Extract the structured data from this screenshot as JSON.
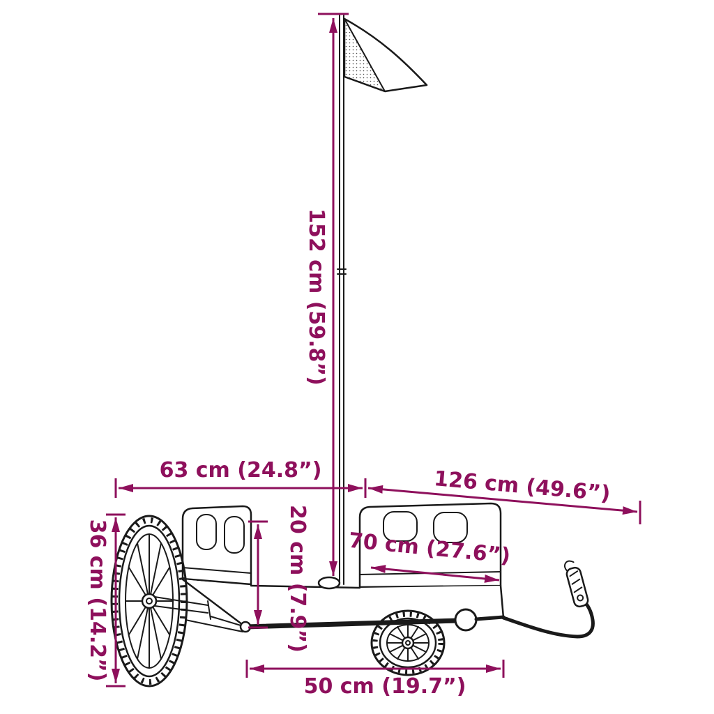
{
  "diagram": {
    "subject": "bicycle-cargo-trailer-with-safety-flag",
    "style": "line-drawing-dimension-diagram"
  },
  "colors": {
    "accent": "#8E105C",
    "ink": "#1A1A1A",
    "background": "#FFFFFF",
    "flag_stipple": "#444444"
  },
  "dimensions": {
    "flag_pole_height": {
      "cm": 152,
      "inches": 59.8,
      "label": "152 cm (59.8”)"
    },
    "front_width": {
      "cm": 63,
      "inches": 24.8,
      "label": "63 cm (24.8”)"
    },
    "total_length": {
      "cm": 126,
      "inches": 49.6,
      "label": "126 cm (49.6”)"
    },
    "wheel_height": {
      "cm": 36,
      "inches": 14.2,
      "label": "36 cm (14.2”)"
    },
    "wall_height": {
      "cm": 20,
      "inches": 7.9,
      "label": "20 cm (7.9”)"
    },
    "bed_depth": {
      "cm": 70,
      "inches": 27.6,
      "label": "70 cm (27.6”)"
    },
    "bed_width": {
      "cm": 50,
      "inches": 19.7,
      "label": "50 cm (19.7”)"
    }
  }
}
